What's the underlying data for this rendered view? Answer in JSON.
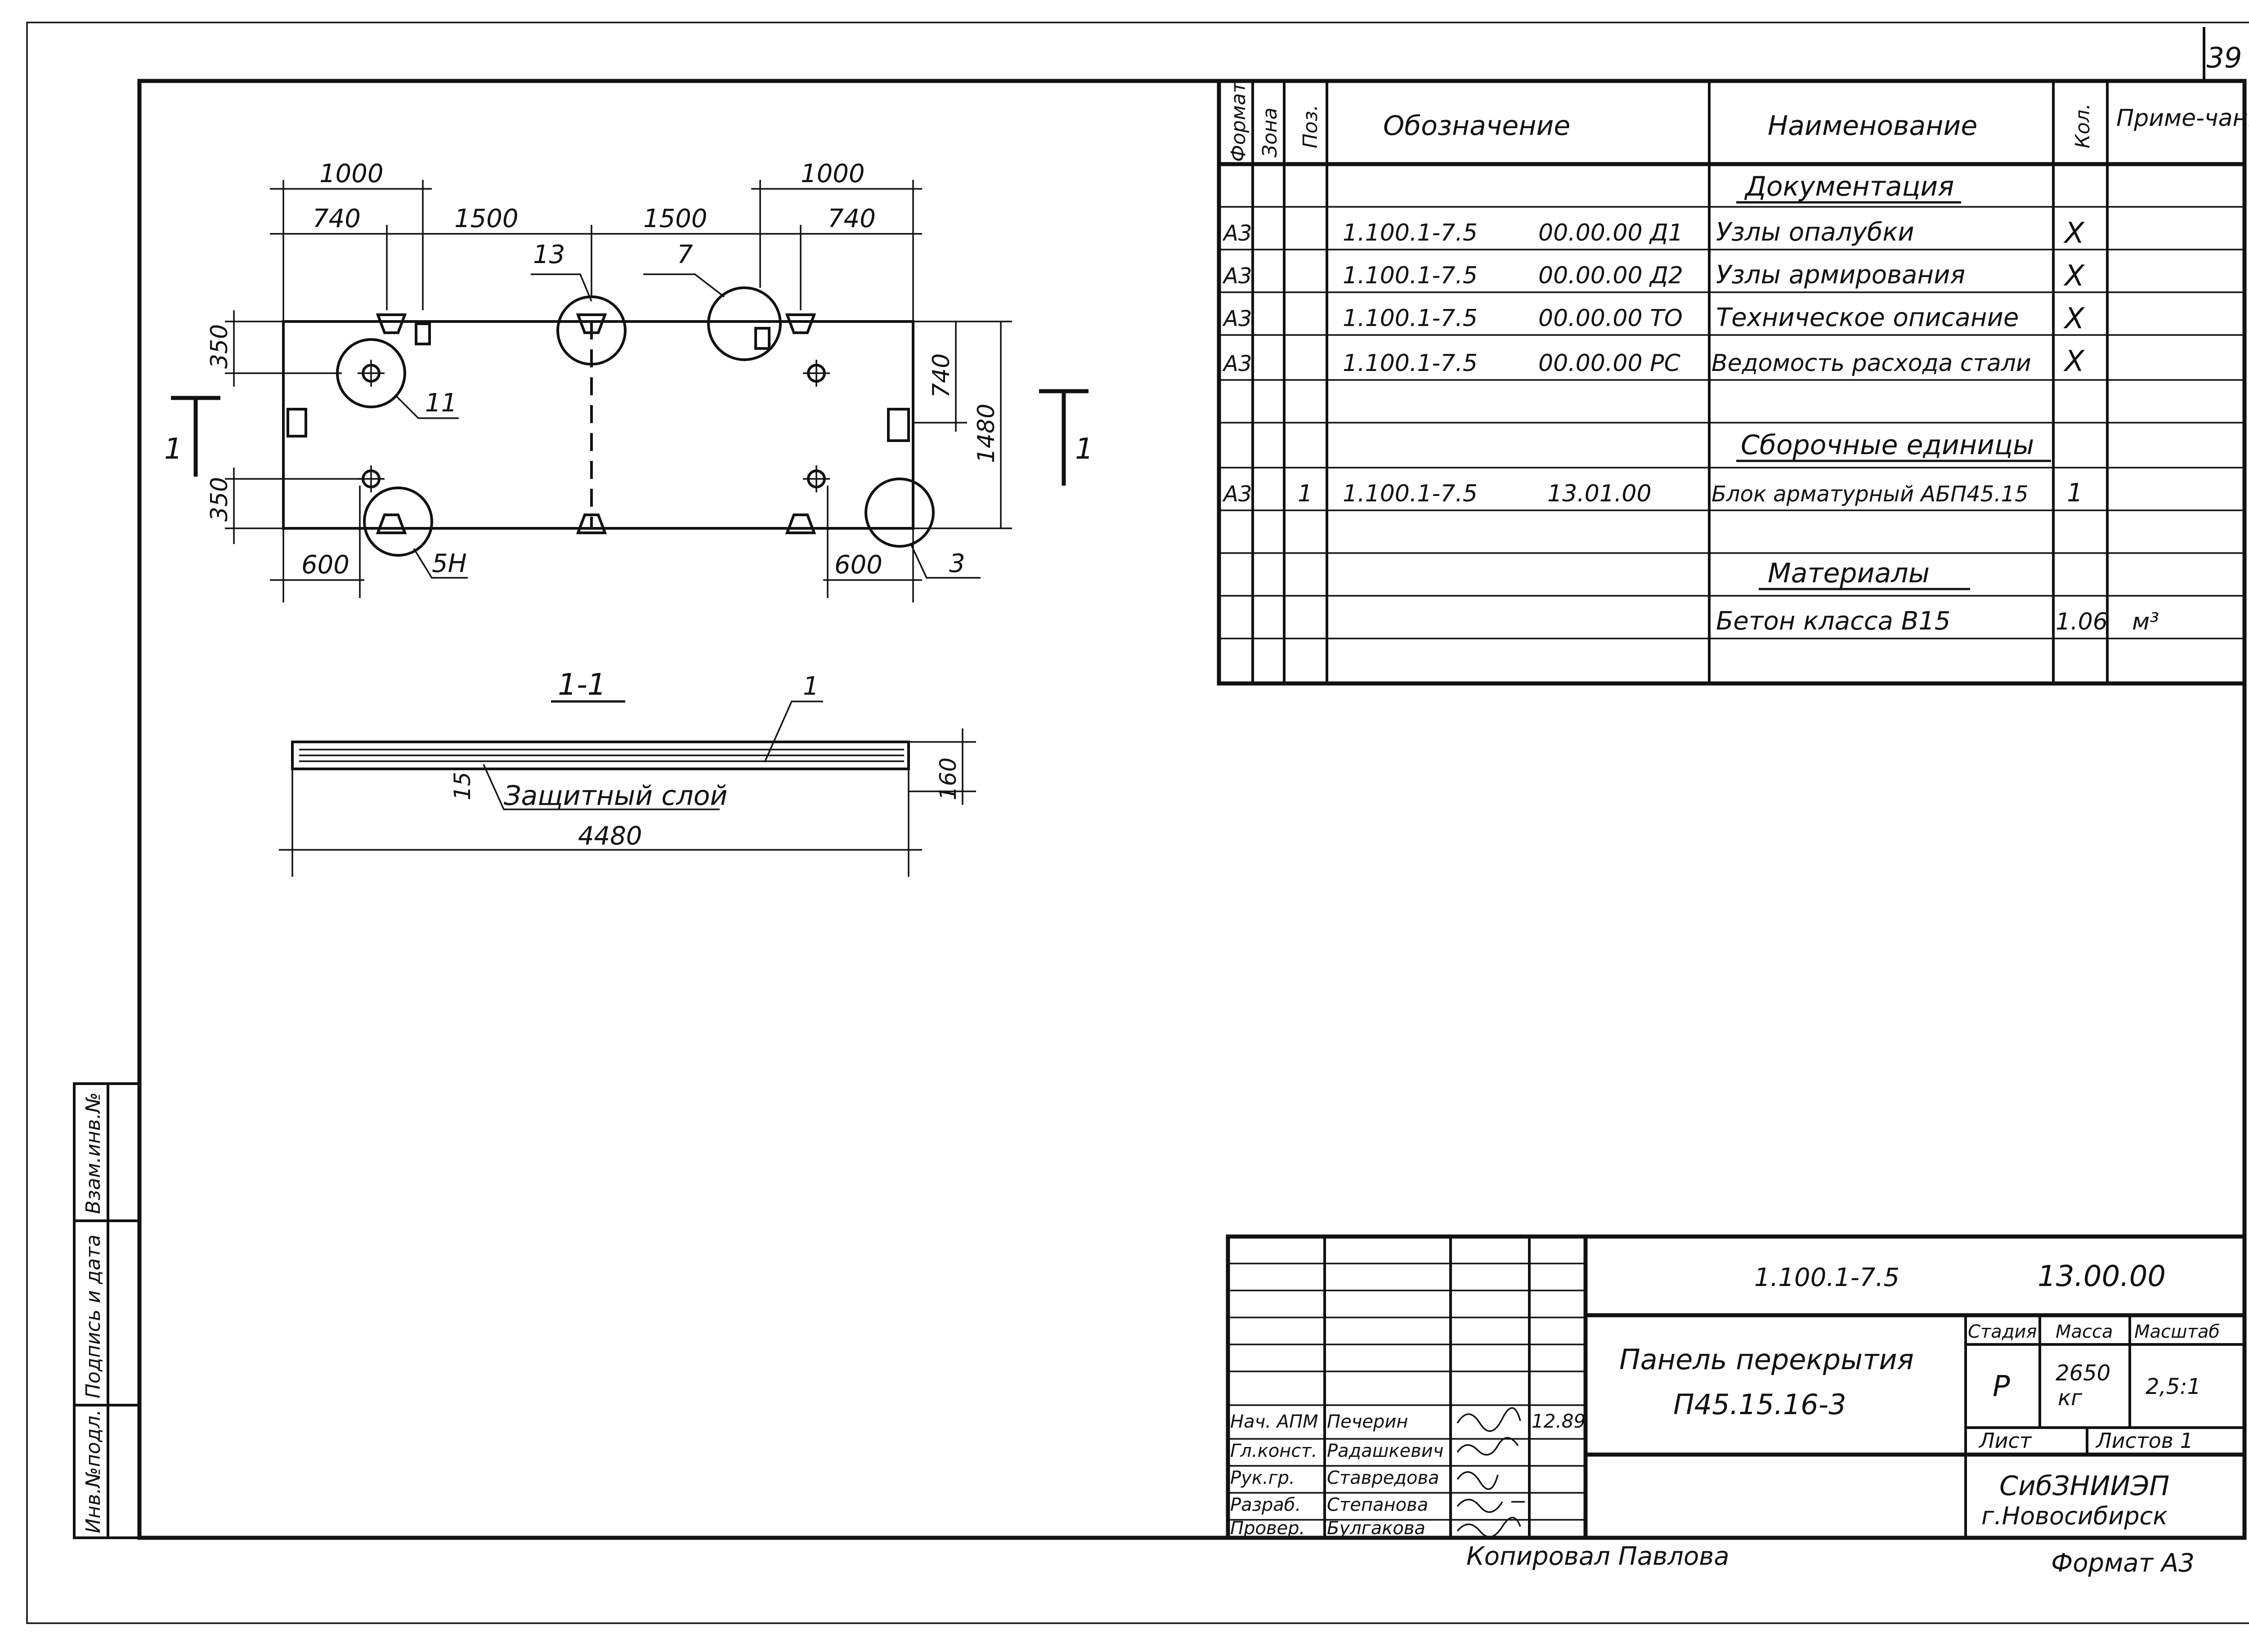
{
  "sheet": {
    "number": "39",
    "footer_copied": "Копировал Павлова",
    "footer_format": "Формат А3"
  },
  "side_stamp": {
    "c1": "Инв.№подл.",
    "c2": "Подпись и дата",
    "c3": "Взам.инв.№"
  },
  "plan": {
    "section_mark": "1",
    "dims": {
      "d1000": "1000",
      "d740": "740",
      "d1500": "1500",
      "d350": "350",
      "d1480": "1480",
      "d600": "600"
    },
    "labels": {
      "p13": "13",
      "p7": "7",
      "p11": "11",
      "p5h": "5Н",
      "p3": "3"
    }
  },
  "section": {
    "title": "1-1",
    "leader_pos": "1",
    "cover_dim": "15",
    "cover_label": "Защитный слой",
    "length": "4480",
    "thickness": "160"
  },
  "spec": {
    "headers": {
      "format": "Формат",
      "zone": "Зона",
      "pos": "Поз.",
      "designation": "Обозначение",
      "name": "Наименование",
      "qty": "Кол.",
      "note": "Приме-чание"
    },
    "sections": {
      "docs": "Документация",
      "assembly": "Сборочные единицы",
      "materials": "Материалы"
    },
    "rows": [
      {
        "format": "А3",
        "pos": "",
        "code": "1.100.1-7.5",
        "num": "00.00.00 Д1",
        "name": "Узлы опалубки",
        "qty": "X",
        "note": ""
      },
      {
        "format": "А3",
        "pos": "",
        "code": "1.100.1-7.5",
        "num": "00.00.00 Д2",
        "name": "Узлы армирования",
        "qty": "X",
        "note": ""
      },
      {
        "format": "А3",
        "pos": "",
        "code": "1.100.1-7.5",
        "num": "00.00.00 ТО",
        "name": "Техническое описание",
        "qty": "X",
        "note": ""
      },
      {
        "format": "А3",
        "pos": "",
        "code": "1.100.1-7.5",
        "num": "00.00.00 РС",
        "name": "Ведомость расхода стали",
        "qty": "X",
        "note": ""
      },
      {
        "format": "А3",
        "pos": "1",
        "code": "1.100.1-7.5",
        "num": "13.01.00",
        "name": "Блок арматурный АБП45.15",
        "qty": "1",
        "note": ""
      },
      {
        "format": "",
        "pos": "",
        "code": "",
        "num": "",
        "name": "Бетон класса В15",
        "qty": "1.06",
        "note": "м³"
      }
    ]
  },
  "title_block": {
    "doc_code": "1.100.1-7.5",
    "doc_num": "13.00.00",
    "title_line1": "Панель перекрытия",
    "title_line2": "П45.15.16-3",
    "stage_label": "Стадия",
    "mass_label": "Масса",
    "scale_label": "Масштаб",
    "stage": "Р",
    "mass": "2650",
    "mass_unit": "кг",
    "scale": "2,5:1",
    "sheet_label": "Лист",
    "sheets_label": "Листов 1",
    "org_line1": "СибЗНИИЭП",
    "org_line2": "г.Новосибирск",
    "date": "12.89",
    "people": [
      {
        "role": "Нач. АПМ",
        "name": "Печерин"
      },
      {
        "role": "Гл.конст.",
        "name": "Радашкевич"
      },
      {
        "role": "Рук.гр.",
        "name": "Ставредова"
      },
      {
        "role": "Разраб.",
        "name": "Степанова"
      },
      {
        "role": "Провер.",
        "name": "Булгакова"
      }
    ]
  }
}
